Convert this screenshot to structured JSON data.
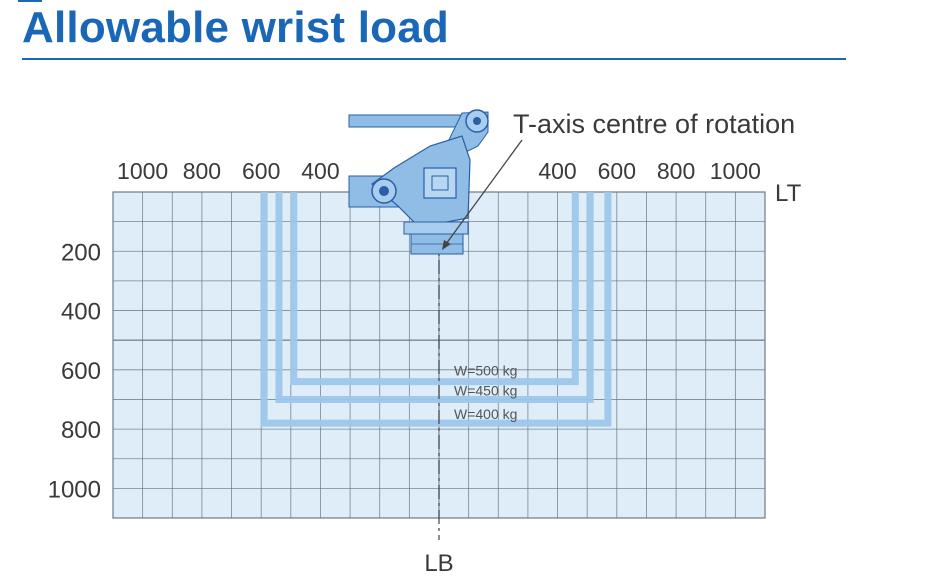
{
  "title": "Allowable wrist load",
  "colors": {
    "accent": "#1a67b8",
    "grid_fill": "#deedf8",
    "grid_line": "#6f7b85",
    "envelope": "#9cc7ea",
    "robot": "#8fbde6",
    "robot_dark": "#2a5fa6"
  },
  "chart_data": {
    "type": "line",
    "title": "Allowable wrist load",
    "x_axis": {
      "name": "LT",
      "tick_labels": [
        "1000",
        "800",
        "600",
        "400",
        "400",
        "600",
        "800",
        "1000"
      ],
      "tick_values": [
        -1000,
        -800,
        -600,
        -400,
        400,
        600,
        800,
        1000
      ],
      "range": [
        -1100,
        1100
      ]
    },
    "y_axis": {
      "name": "LB",
      "tick_labels": [
        "200",
        "400",
        "600",
        "800",
        "1000"
      ],
      "tick_values": [
        200,
        400,
        600,
        800,
        1000
      ],
      "range": [
        0,
        1100
      ],
      "inverted": true
    },
    "grid": true,
    "annotation": "T-axis centre of rotation",
    "series": [
      {
        "name": "W=500 kg",
        "x": [
          -490,
          -490,
          460,
          460
        ],
        "y": [
          0,
          640,
          640,
          0
        ]
      },
      {
        "name": "W=450 kg",
        "x": [
          -540,
          -540,
          510,
          510
        ],
        "y": [
          0,
          700,
          700,
          0
        ]
      },
      {
        "name": "W=400 kg",
        "x": [
          -590,
          -590,
          570,
          570
        ],
        "y": [
          0,
          780,
          780,
          0
        ]
      }
    ]
  }
}
